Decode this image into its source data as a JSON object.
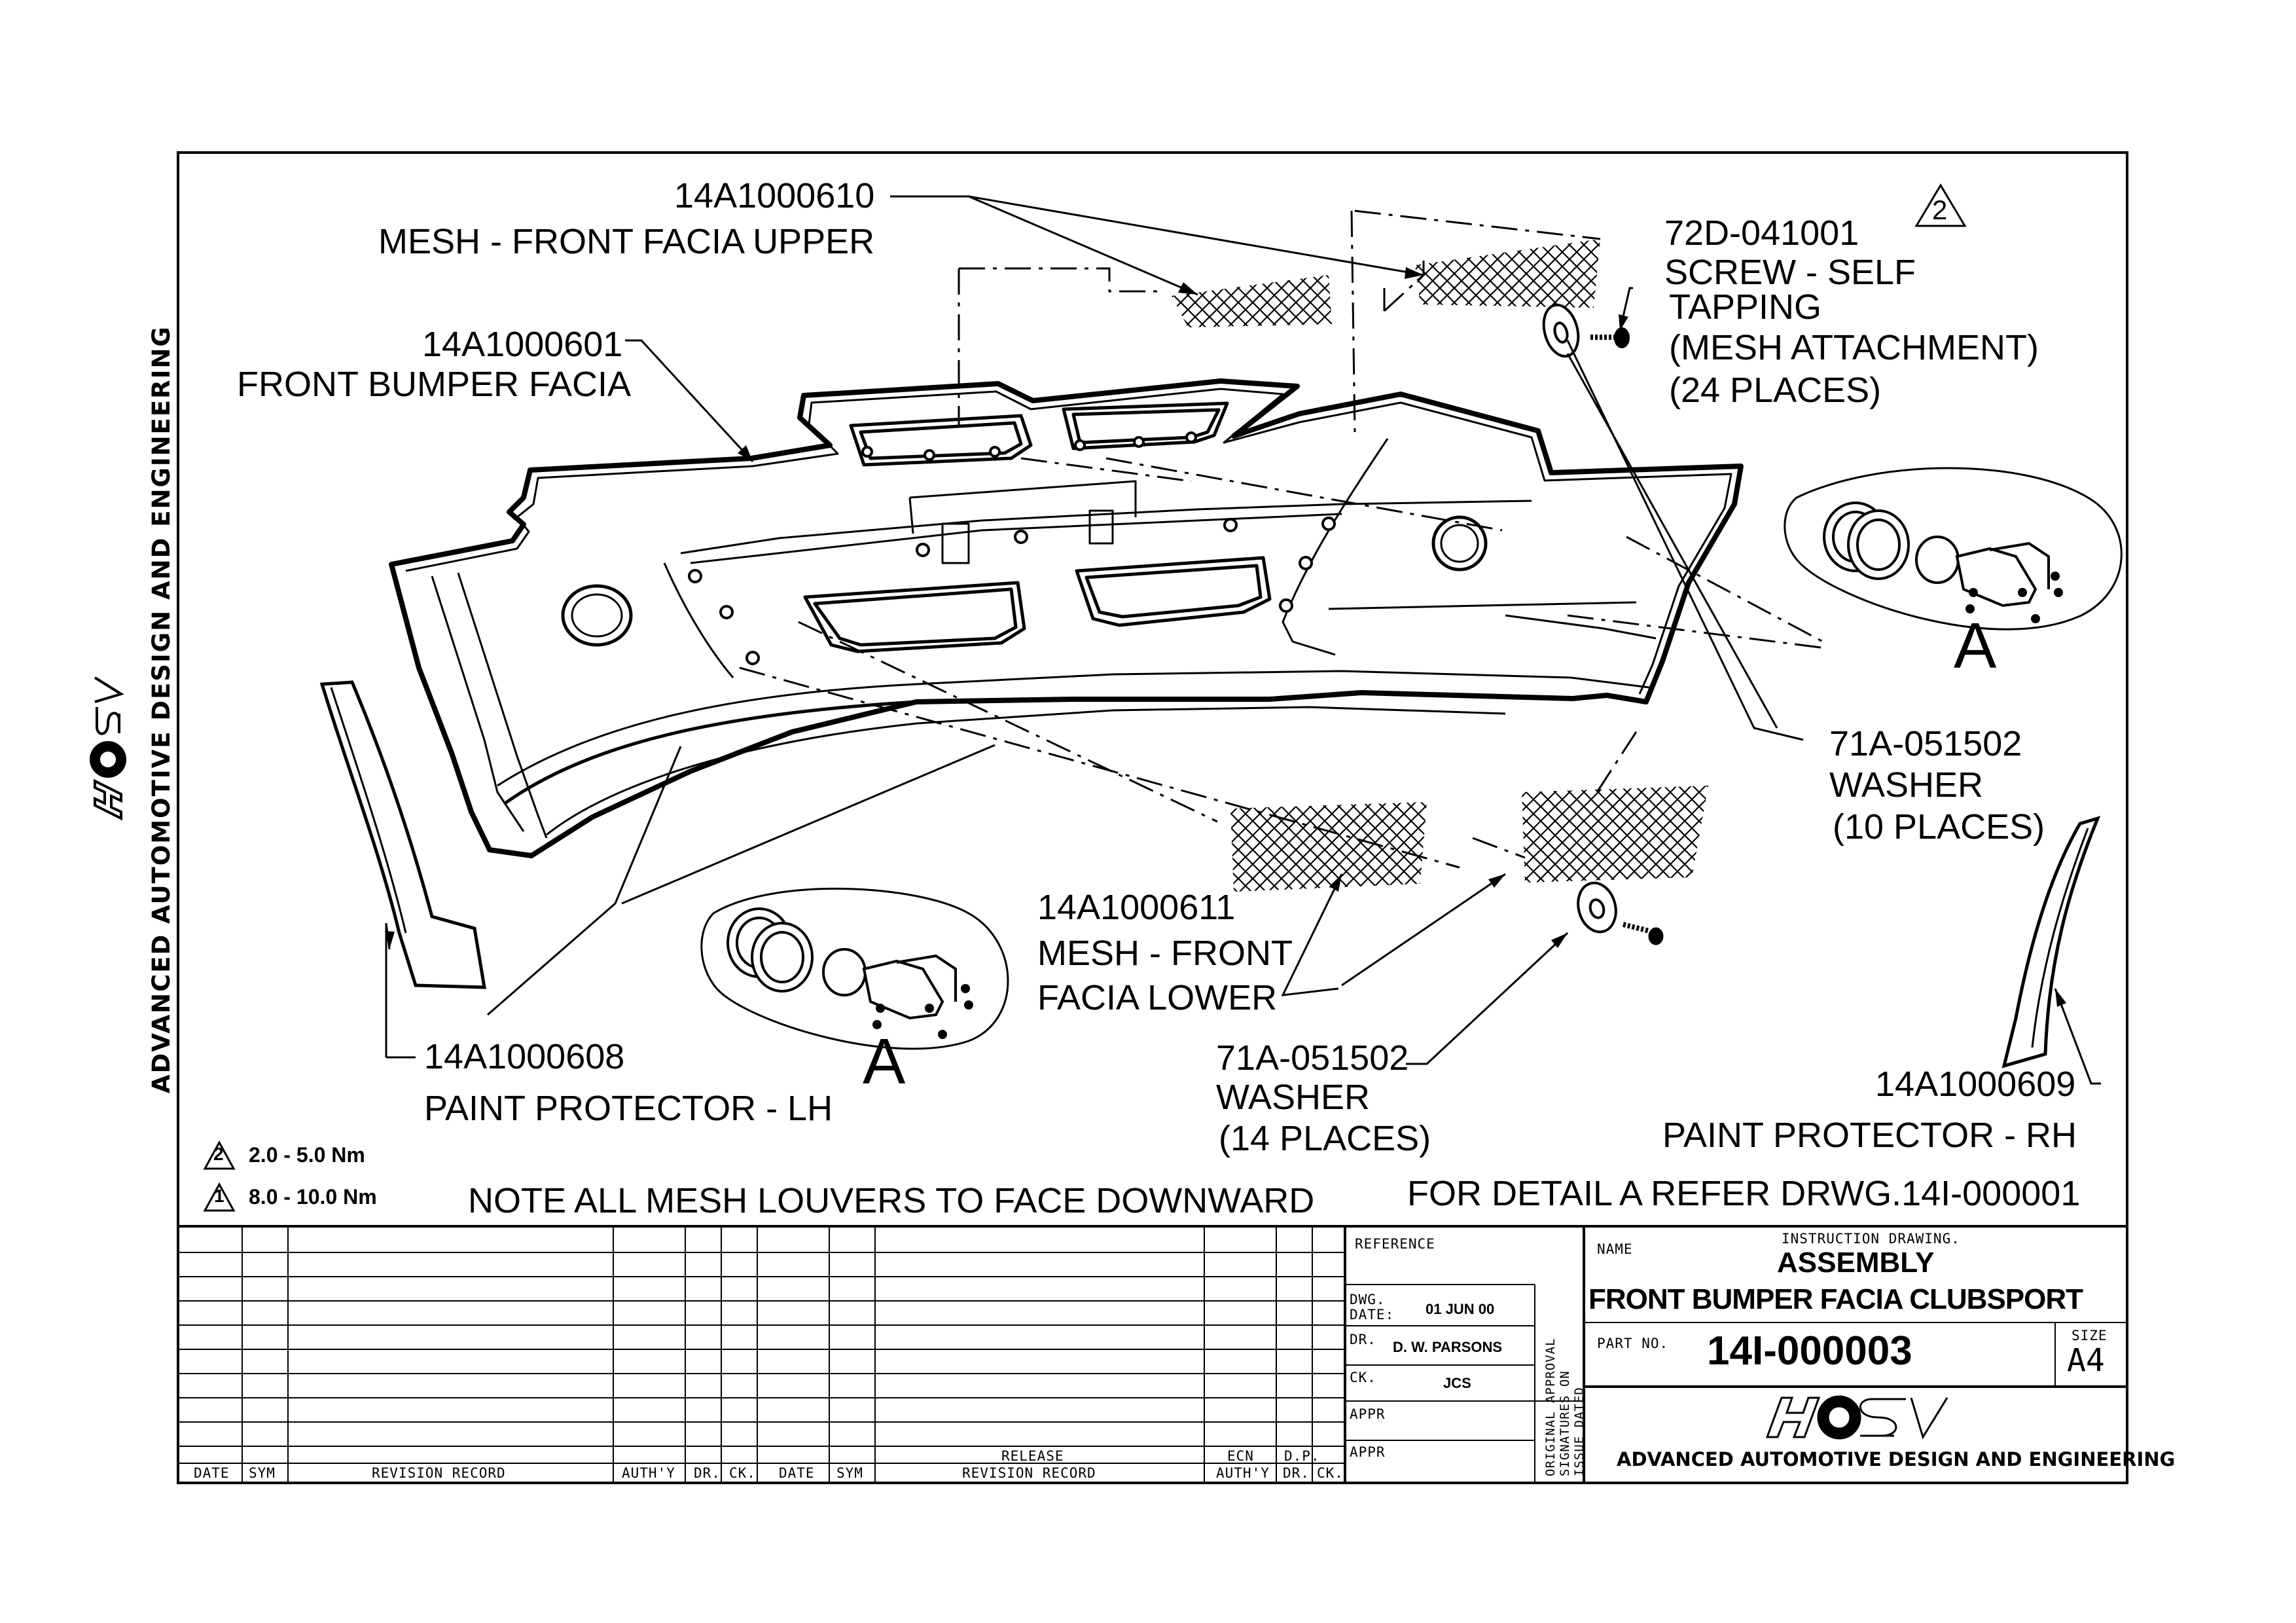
{
  "callouts": {
    "mesh_upper": {
      "part": "14A1000610",
      "desc": "MESH - FRONT FACIA UPPER"
    },
    "bumper": {
      "part": "14A1000601",
      "desc": "FRONT BUMPER FACIA"
    },
    "screw": {
      "part": "72D-041001",
      "line1": "SCREW - SELF",
      "line2": "TAPPING",
      "line3": "(MESH ATTACHMENT)",
      "line4": "(24 PLACES)",
      "torque_ref": "2"
    },
    "washer_right": {
      "part": "71A-051502",
      "desc": "WASHER",
      "qty": "(10 PLACES)"
    },
    "mesh_lower": {
      "part": "14A1000611",
      "line1": "MESH - FRONT",
      "line2": "FACIA LOWER"
    },
    "washer_lower": {
      "part": "71A-051502",
      "desc": "WASHER",
      "qty": "(14 PLACES)"
    },
    "protector_lh": {
      "part": "14A1000608",
      "desc": "PAINT PROTECTOR - LH"
    },
    "protector_rh": {
      "part": "14A1000609",
      "desc": "PAINT PROTECTOR - RH"
    },
    "detail_marker": "A"
  },
  "torque_specs": [
    {
      "ref": "2",
      "value": "2.0 - 5.0  Nm"
    },
    {
      "ref": "1",
      "value": "8.0 - 10.0  Nm"
    }
  ],
  "notes": {
    "mesh_note": "NOTE ALL MESH LOUVERS TO FACE DOWNWARD",
    "detail_note": "FOR DETAIL A REFER DRWG.14I-000001"
  },
  "side_branding": "ADVANCED AUTOMOTIVE DESIGN AND ENGINEERING",
  "logo_text": "HSV",
  "title_block": {
    "revision_headers": [
      "DATE",
      "SYM",
      "REVISION RECORD",
      "AUTH'Y",
      "DR.",
      "CK.",
      "DATE",
      "SYM",
      "REVISION RECORD",
      "AUTH'Y",
      "DR.",
      "CK."
    ],
    "release_label": "RELEASE",
    "ecn_label": "ECN",
    "dp_label": "D.P.",
    "reference_label": "REFERENCE",
    "dwg_date_label1": "DWG.",
    "dwg_date_label2": "DATE:",
    "dwg_date": "01 JUN 00",
    "dr_label": "DR.",
    "drawn_by": "D. W. PARSONS",
    "ck_label": "CK.",
    "checked_by": "JCS",
    "appr_label": "APPR",
    "approval_note": [
      "ORIGINAL APPROVAL",
      "SIGNATURES ON",
      "ISSUE DATED"
    ],
    "name_label": "NAME",
    "drawing_type": "INSTRUCTION DRAWING.",
    "title_line1": "ASSEMBLY",
    "title_line2": "FRONT BUMPER FACIA  CLUBSPORT",
    "part_no_label": "PART NO.",
    "part_no": "14I-000003",
    "size_label": "SIZE",
    "size": "A4",
    "company": "ADVANCED AUTOMOTIVE DESIGN AND ENGINEERING"
  }
}
